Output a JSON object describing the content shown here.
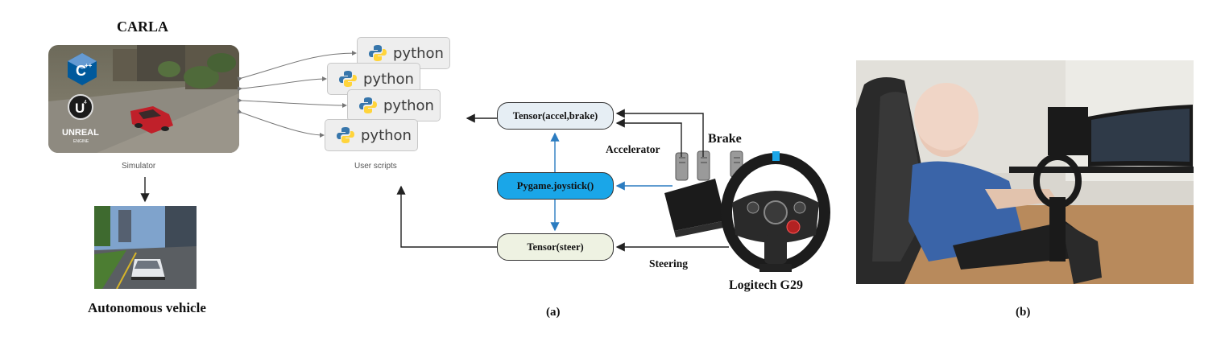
{
  "labels": {
    "carla": "CARLA",
    "simulator": "Simulator",
    "user_scripts": "User scripts",
    "autonomous_vehicle": "Autonomous vehicle",
    "python_word": "python",
    "unreal_line1": "UNREAL",
    "unreal_line2": "ENGINE",
    "cpp_logo": "C",
    "cpp_plus": "++",
    "unreal_mark": "4"
  },
  "nodes": {
    "tensor_accel_brake": "Tensor(accel,brake)",
    "pygame_joystick": "Pygame.joystick()",
    "tensor_steer": "Tensor(steer)"
  },
  "inputs": {
    "accelerator": "Accelerator",
    "brake": "Brake",
    "steering": "Steering",
    "device": "Logitech G29"
  },
  "captions": {
    "a": "(a)",
    "b": "(b)"
  },
  "colors": {
    "arrow_dark": "#222222",
    "arrow_blue": "#2b7cc0",
    "tensor_fill": "#e6eef4",
    "pygame_fill": "#1aa6e8",
    "steer_fill": "#eef2e2",
    "python_blue": "#3776ab",
    "python_yellow": "#ffd43b"
  }
}
